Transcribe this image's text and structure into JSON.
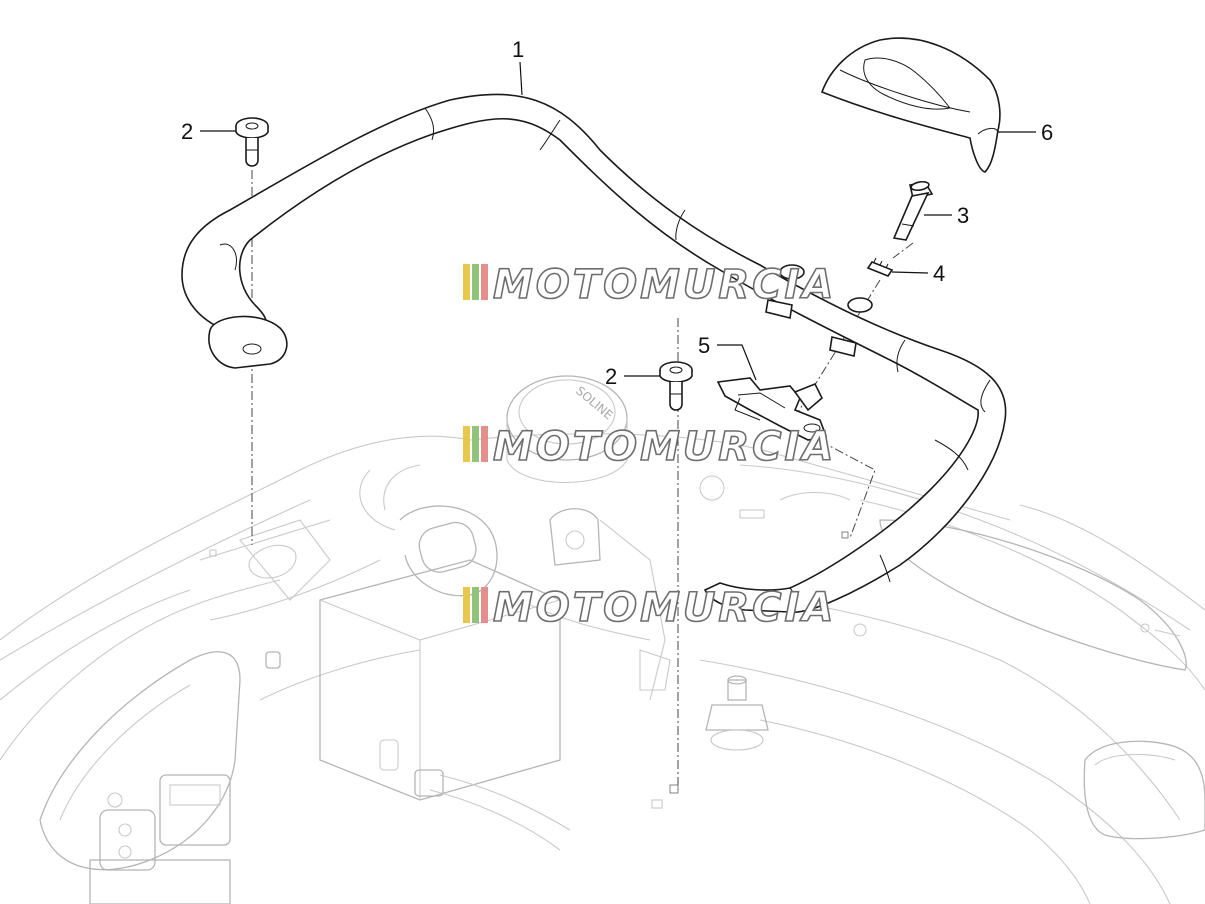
{
  "callouts": [
    {
      "number": "1"
    },
    {
      "number": "2"
    },
    {
      "number": "2"
    },
    {
      "number": "3"
    },
    {
      "number": "4"
    },
    {
      "number": "5"
    },
    {
      "number": "6"
    }
  ],
  "watermark": {
    "text": "MOTOMURCIA",
    "stripe_colors": [
      "#e9c74a",
      "#8fc47a",
      "#e58e8e"
    ]
  },
  "cap_label": "SOLINE",
  "colors": {
    "line": "#1a1a1a",
    "background_line": "#c9c9c9"
  }
}
